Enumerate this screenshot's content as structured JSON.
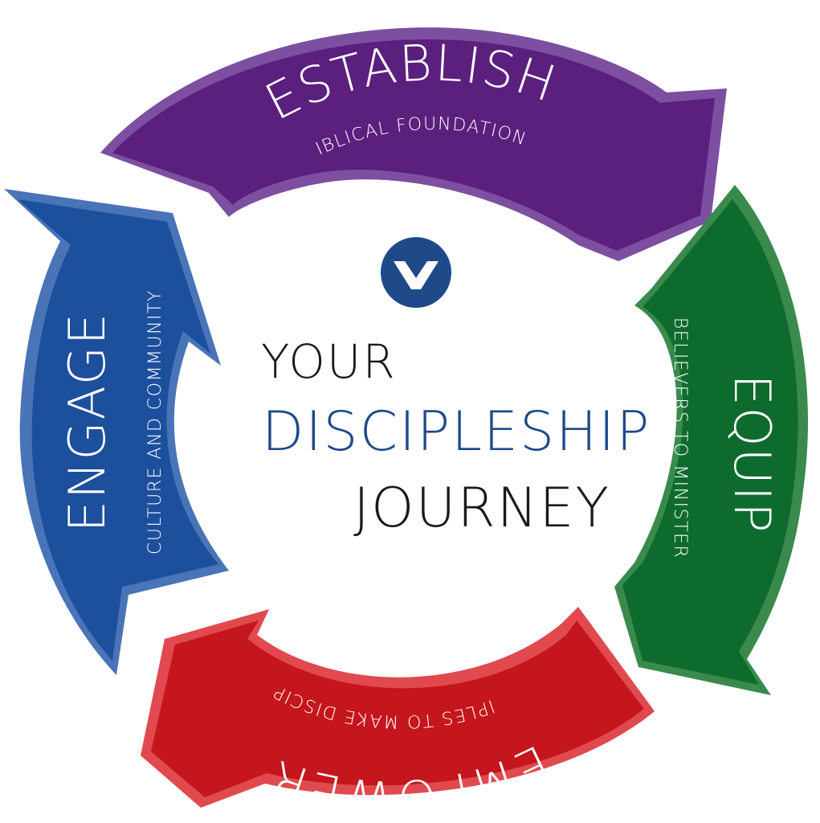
{
  "center": {
    "line1": "YOUR",
    "line2": "DISCIPLESHIP",
    "line3": "JOURNEY",
    "logo_icon": "chevron-down-circle-icon",
    "line1_color": "#1a1a1a",
    "line2_color": "#1e4a8a",
    "line3_color": "#1a1a1a",
    "logo_color": "#1e4a8a"
  },
  "steps": [
    {
      "key": "establish",
      "title": "ESTABLISH",
      "subtitle": "BIBLICAL FOUNDATIONS",
      "color": "#5b1f7e",
      "edge": "#7d4fa0"
    },
    {
      "key": "equip",
      "title": "EQUIP",
      "subtitle": "BELIEVERS TO MINISTER",
      "color": "#0e6b2e",
      "edge": "#3a8a4e"
    },
    {
      "key": "empower",
      "title": "EMPOWER",
      "subtitle": "DISCIPLES TO MAKE DISCIPLES",
      "color": "#c4161c",
      "edge": "#e04a4e"
    },
    {
      "key": "engage",
      "title": "ENGAGE",
      "subtitle": "CULTURE AND COMMUNITY",
      "color": "#1c4f9c",
      "edge": "#4a74b8"
    }
  ]
}
